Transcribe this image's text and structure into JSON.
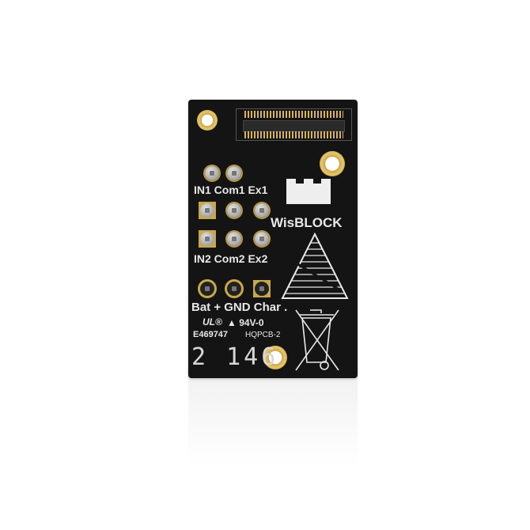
{
  "board": {
    "brand": "WisBLOCK",
    "labels": {
      "row1": "IN1 Com1 Ex1",
      "row2": "IN2 Com2 Ex2",
      "row3": "Bat + GND Char .",
      "flammability": "▲ 94V-0",
      "ul_mark": "UL®",
      "ul_file": "E469747",
      "manufacturer": "HQPCB-2",
      "date_code": "2 146"
    },
    "colors": {
      "pcb": "#141414",
      "gold": "#c9a74a",
      "silk": "#e8e8e8"
    },
    "icons": [
      "esd-warning-icon",
      "weee-recycle-bin-icon"
    ]
  }
}
